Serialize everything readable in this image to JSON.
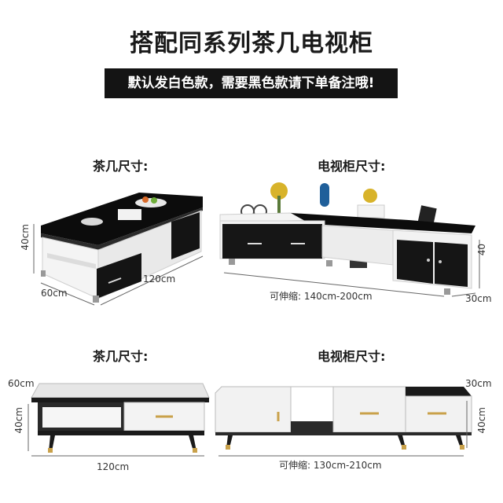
{
  "title": "搭配同系列茶几电视柜",
  "banner": "默认发白色款，需要黑色款请下单备注哦!",
  "top": {
    "coffee_table_label": "茶几尺寸:",
    "tv_cabinet_label": "电视柜尺寸:",
    "ct_height": "40cm",
    "ct_depth": "60cm",
    "ct_width": "120cm",
    "tv_height": "40",
    "tv_depth": "30cm",
    "tv_extend": "可伸缩: 140cm-200cm"
  },
  "bottom": {
    "coffee_table_label": "茶几尺寸:",
    "tv_cabinet_label": "电视柜尺寸:",
    "ct_depth": "60cm",
    "ct_height": "40cm",
    "ct_width": "120cm",
    "tv_depth": "30cm",
    "tv_height": "40cm",
    "tv_extend": "可伸缩: 130cm-210cm"
  }
}
